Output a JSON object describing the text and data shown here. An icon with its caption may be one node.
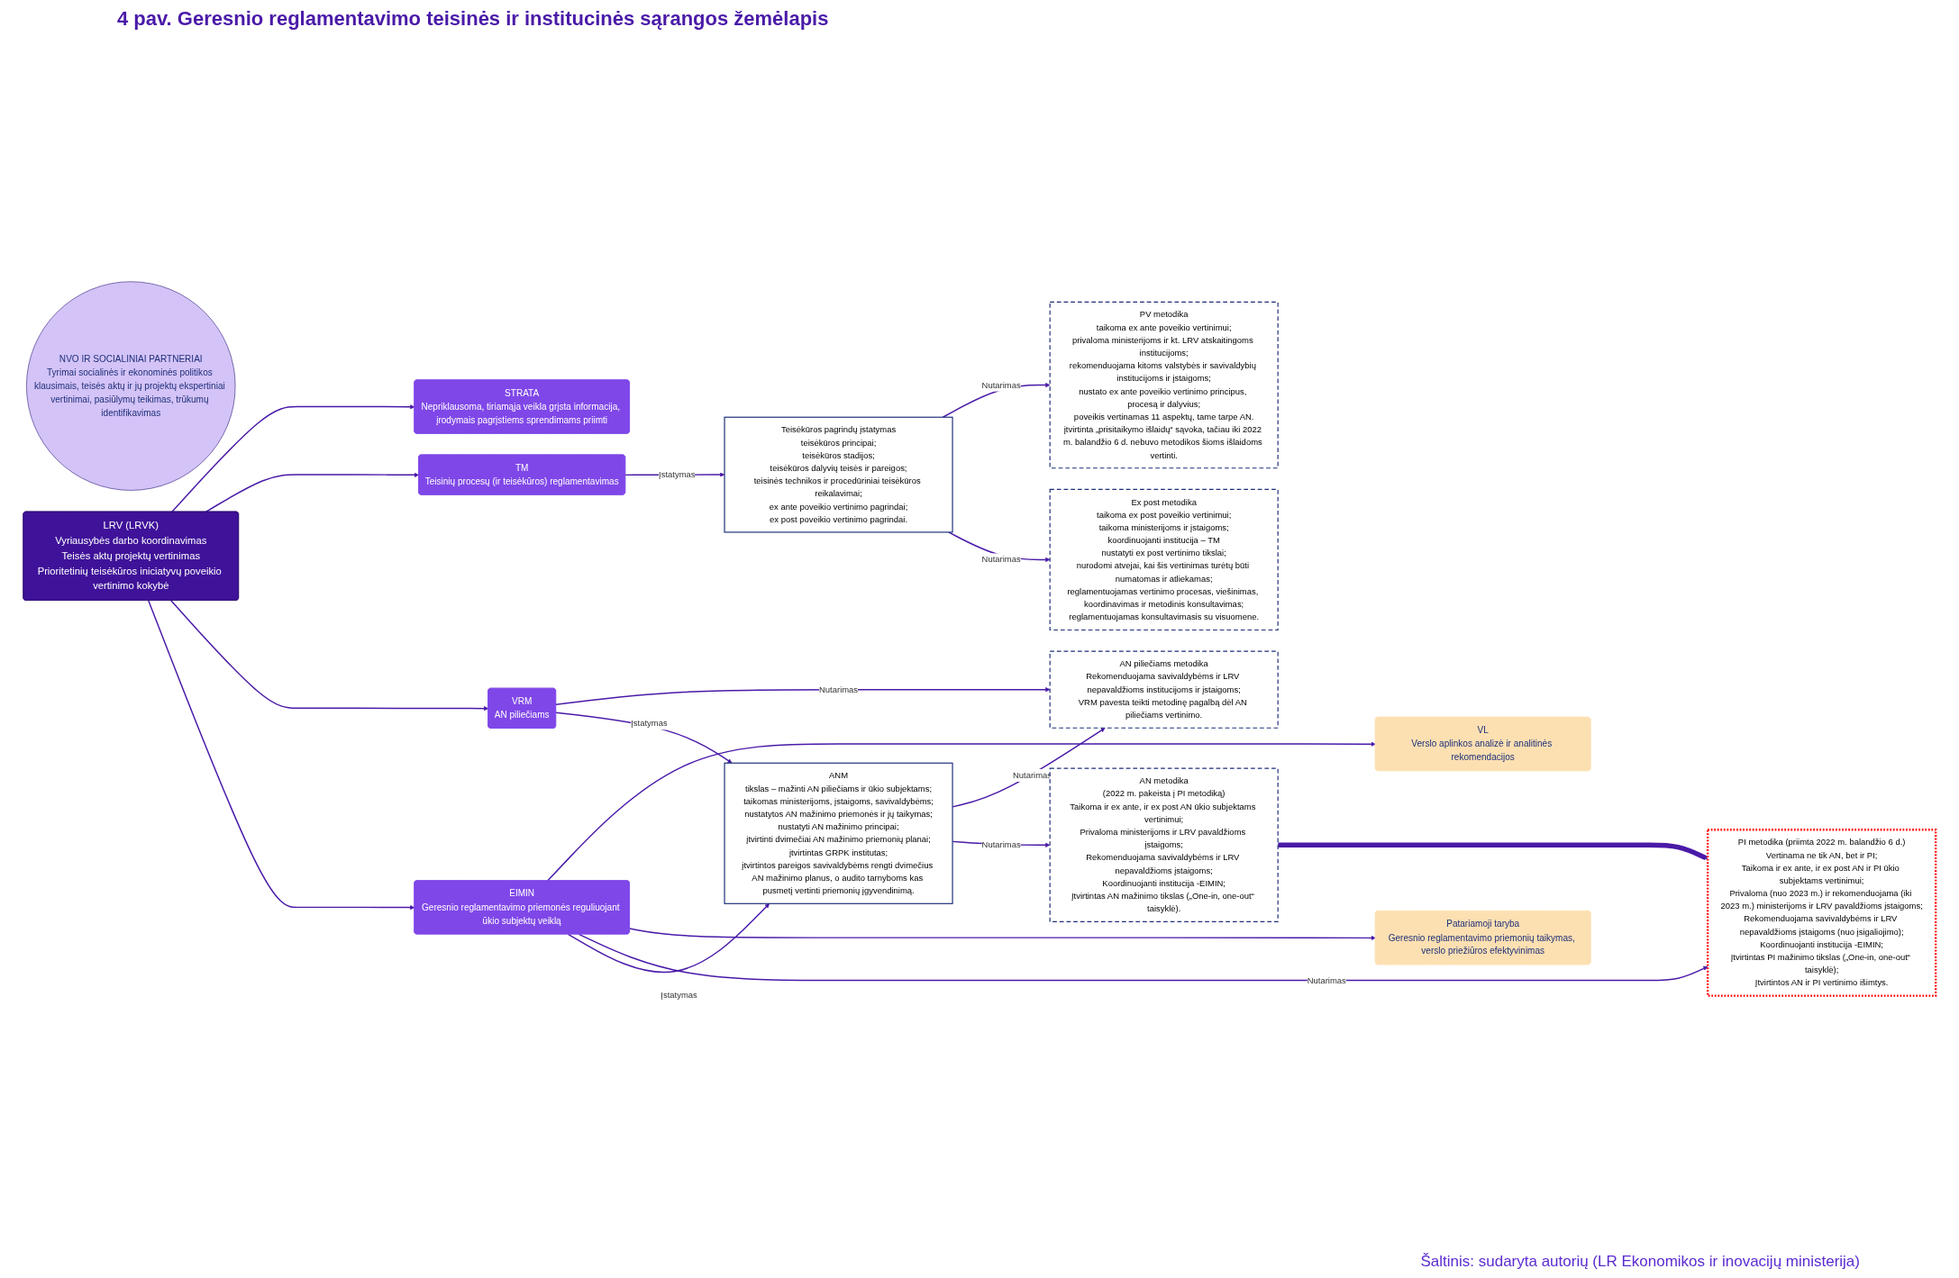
{
  "diagram": {
    "title": "4 pav. Geresnio reglamentavimo teisinės ir institucinės sąrangos žemėlapis",
    "caption": "Šaltinis: sudaryta autorių (LR Ekonomikos ir inovacijų ministerija)",
    "nodes": [
      {
        "text": [
          "STRATA",
          "Nepriklausoma, tiriamąja veikla grįsta informacija, įrodymais pagrįstiems sprendimams priimti"
        ]
      },
      {
        "text": [
          "TM",
          "Teisinių procesų (ir teisėkūros) reglamentavimas"
        ]
      },
      {
        "text": [
          "Teisėkūros pagrindų įstatymas",
          "teisėkūros principai;",
          "teisėkūros stadijos;",
          "teisėkūros dalyvių teisės ir pareigos;",
          "teisinės technikos ir procedūriniai teisėkūros reikalavimai;",
          "ex ante poveikio vertinimo pagrindai;",
          "ex post poveikio vertinimo pagrindai."
        ]
      },
      {
        "text": [
          "PV metodika",
          "taikoma ex ante poveikio vertinimui;",
          "privaloma ministerijoms ir kt. LRV atskaitingoms institucijoms;",
          "rekomenduojama kitoms valstybės ir savivaldybių institucijoms ir įstaigoms;",
          "nustato ex ante poveikio vertinimo principus, procesą ir dalyvius;",
          "poveikis vertinamas 11 aspektų, tame tarpe AN.",
          "įtvirtinta „prisitaikymo išlaidų“ sąvoka, tačiau iki 2022 m. balandžio 6 d. nebuvo metodikos šioms išlaidoms vertinti."
        ]
      },
      {
        "text": [
          "LRV (LRVK)",
          "Vyriausybės darbo koordinavimas",
          "Teisės aktų projektų vertinimas",
          "Prioritetinių teisėkūros iniciatyvų poveikio vertinimo kokybė"
        ]
      },
      {
        "text": [
          "VL",
          "Verslo aplinkos analizė ir analitinės rekomendacijos"
        ]
      },
      {
        "text": [
          "Ex post metodika",
          "taikoma ex post poveikio vertinimui;",
          "taikoma ministerijoms ir įstaigoms;",
          "koordinuojanti institucija – TM",
          "nustatyti ex post vertinimo tikslai;",
          "nurodomi atvejai, kai šis vertinimas turėtų būti numatomas ir atliekamas;",
          "reglamentuojamas vertinimo procesas, viešinimas, koordinavimas ir metodinis konsultavimas;",
          "reglamentuojamas konsultavimasis su visuomene."
        ]
      },
      {
        "text": [
          "VRM",
          "AN piliečiams"
        ]
      },
      {
        "text": [
          "EIMIN",
          "Geresnio reglamentavimo priemonės reguliuojant ūkio subjektų veiklą"
        ]
      },
      {
        "text": [
          "Patariamoji taryba",
          "Geresnio reglamentavimo priemonių taikymas, verslo priežiūros efektyvinimas"
        ]
      },
      {
        "text": [
          "ANM",
          "tikslas – mažinti AN piliečiams ir ūkio subjektams;",
          "taikomas ministerijoms, įstaigoms, savivaldybėms;",
          "nustatytos AN mažinimo priemonės ir jų taikymas;",
          "nustatyti AN mažinimo principai;",
          "įtvirtinti dvimečiai AN mažinimo priemonių planai;",
          "įtvirtintas GRPK institutas;",
          "įtvirtintos pareigos savivaldybėms rengti dvimečius AN mažinimo planus, o audito tarnyboms kas pusmetį vertinti priemonių įgyvendinimą."
        ]
      },
      {
        "text": [
          "AN piliečiams metodika",
          "Rekomenduojama savivaldybėms ir LRV nepavaldžioms institucijoms ir įstaigoms;",
          "VRM pavesta teikti metodinę pagalbą dėl AN piliečiams vertinimo."
        ]
      },
      {
        "text": [
          "PI metodika (priimta 2022 m. balandžio 6 d.)",
          "Vertinama ne tik AN, bet ir PI;",
          "Taikoma ir ex ante, ir ex post AN ir PI ūkio subjektams vertinimui;",
          "Privaloma (nuo 2023 m.) ir rekomenduojama (iki 2023 m.) ministerijoms ir LRV pavaldžioms įstaigoms;",
          "Rekomenduojama savivaldybėms ir LRV nepavaldžioms įstaigoms (nuo įsigaliojimo);",
          "Koordinuojanti institucija -EIMIN;",
          "Įtvirtintas PI mažinimo tikslas („One-in, one-out“ taisyklė);",
          "Įtvirtintos AN ir PI vertinimo išimtys."
        ]
      },
      {
        "text": [
          "NVO IR SOCIALINIAI PARTNERIAI",
          "Tyrimai socialinės ir ekonominės politikos klausimais, teisės aktų ir jų projektų ekspertiniai vertinimai, pasiūlymų teikimas, trūkumų identifikavimas"
        ]
      },
      {
        "text": [
          "AN metodika",
          "(2022 m. pakeista į PI metodiką)",
          "Taikoma ir ex ante, ir ex post AN ūkio subjektams vertinimui;",
          "Privaloma ministerijoms ir LRV pavaldžioms įstaigoms;",
          "Rekomenduojama savivaldybėms ir LRV nepavaldžioms įstaigoms;",
          "Koordinuojanti institucija -EIMIN;",
          "Įtvirtintas AN mažinimo tikslas („One-in, one-out“ taisyklė)."
        ]
      }
    ],
    "edges": [
      {
        "from": 4,
        "to": 0,
        "arrow": "to"
      },
      {
        "from": 4,
        "to": 1,
        "arrow": "to"
      },
      {
        "from": 1,
        "to": 2,
        "arrow": "to",
        "label": "Įstatymas"
      },
      {
        "from": 2,
        "to": 3,
        "arrow": "to",
        "label": "Nutarimas"
      },
      {
        "from": 2,
        "to": 6,
        "arrow": "to",
        "label": "Nutarimas"
      },
      {
        "from": 4,
        "to": 7,
        "arrow": "to"
      },
      {
        "from": 4,
        "to": 8,
        "arrow": "to"
      },
      {
        "from": 8,
        "to": 5,
        "arrow": "to"
      },
      {
        "from": 8,
        "to": 9,
        "arrow": "to"
      },
      {
        "from": 8,
        "to": 12,
        "arrow": "to",
        "label": "Nutarimas"
      },
      {
        "from": 8,
        "to": 10,
        "arrow": "to",
        "label": "Įstatymas"
      },
      {
        "from": 7,
        "to": 11,
        "arrow": "to",
        "label": "Nutarimas"
      },
      {
        "from": 7,
        "to": 10,
        "arrow": "to",
        "label": "Įstatymas"
      },
      {
        "from": 10,
        "to": 11,
        "arrow": "to",
        "label": "Nutarimas"
      },
      {
        "from": 10,
        "to": 14,
        "arrow": "to",
        "label": "Nutarimas"
      },
      {
        "from": 14,
        "to": 12,
        "arrow": "to",
        "style": "thick"
      }
    ]
  }
}
